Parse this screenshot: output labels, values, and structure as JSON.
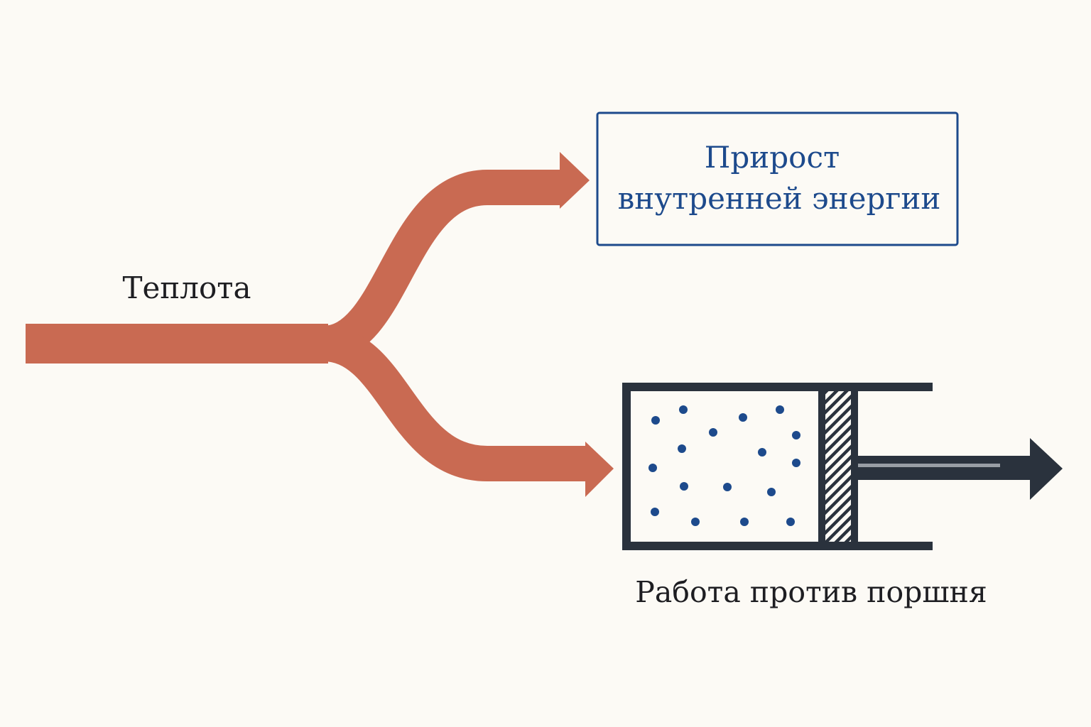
{
  "labels": {
    "heat": "Теплота",
    "internal_energy_line1": "Прирост",
    "internal_energy_line2": "внутренней энергии",
    "work": "Работа против поршня"
  },
  "colors": {
    "background": "#fcfaf5",
    "heat_arrow": "#c96a52",
    "box_border": "#1d4a8c",
    "box_text": "#1d4a8c",
    "cylinder": "#2a323d",
    "gas_particles": "#1d4a8c",
    "text": "#1e1e22"
  }
}
